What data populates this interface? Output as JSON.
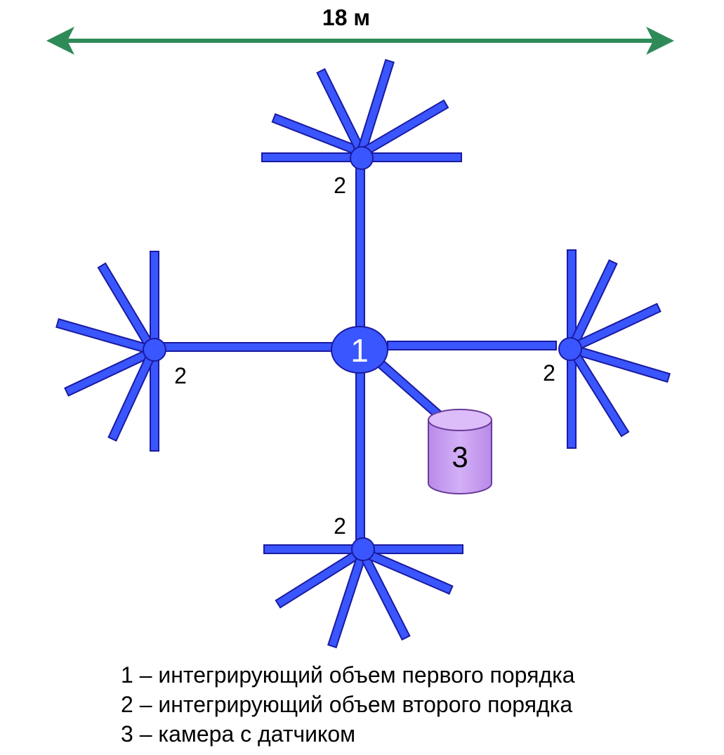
{
  "dimension": {
    "label": "18 м",
    "color": "#2e8b57"
  },
  "hub": {
    "label": "1",
    "color": "#3a56ff"
  },
  "nodes": {
    "top_label": "2",
    "left_label": "2",
    "right_label": "2",
    "bottom_label": "2"
  },
  "camera": {
    "label": "3",
    "color": "#c9a0f5"
  },
  "pipe_color": "#3a56ff",
  "legend": {
    "items": [
      "1 – интегрирующий объем первого порядка",
      "2 – интегрирующий объем второго порядка",
      "3 – камера с датчиком"
    ]
  }
}
